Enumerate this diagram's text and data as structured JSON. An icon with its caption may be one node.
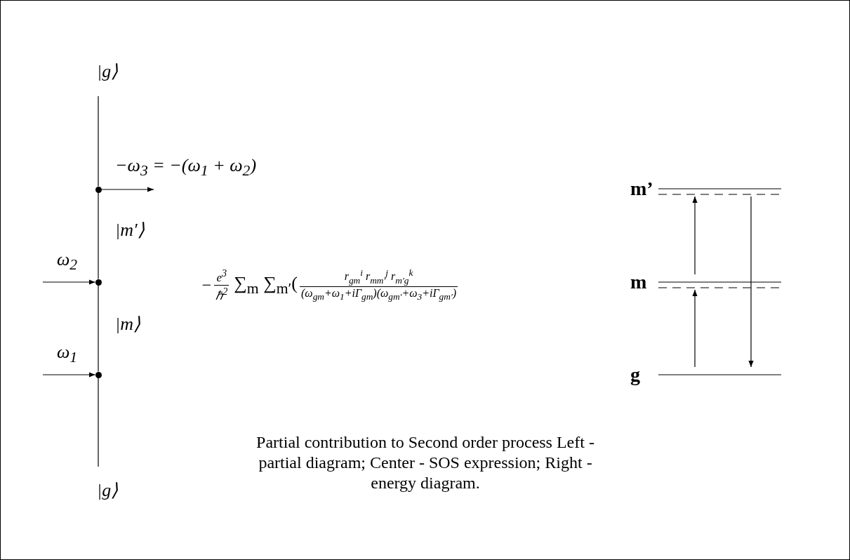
{
  "diagram": {
    "caption": "Partial contribution to Second order process Left - partial diagram; Center - SOS expression; Right - energy diagram.",
    "nodes": [
      {
        "text": [],
        "shape": "circle"
      },
      {
        "text": [],
        "shape": "circle"
      },
      {
        "text": [],
        "shape": "circle"
      },
      {
        "text": [
          "m’"
        ]
      },
      {
        "text": [
          "m"
        ]
      },
      {
        "text": [
          "g"
        ]
      }
    ],
    "edges": [
      {
        "from": null,
        "to": 2,
        "arrow": "to",
        "label": "ω$_{1}$"
      },
      {
        "from": null,
        "to": 1,
        "arrow": "to",
        "label": "ω$_{2}$"
      },
      {
        "from": 0,
        "to": null,
        "arrow": "to",
        "label": "−ω$_{3}$ = −(ω$_{1}$ + ω$_{2}$)"
      },
      {
        "from": 2,
        "to": 1,
        "arrow": "none",
        "label": "|m⟩"
      },
      {
        "from": 1,
        "to": 0,
        "arrow": "none",
        "label": "|m′⟩"
      },
      {
        "from": null,
        "to": 2,
        "arrow": "none",
        "label": "|g⟩"
      },
      {
        "from": 0,
        "to": null,
        "arrow": "none",
        "label": "|g⟩"
      },
      {
        "from": 5,
        "to": 4,
        "arrow": "to"
      },
      {
        "from": 4,
        "to": 3,
        "arrow": "to"
      },
      {
        "from": 3,
        "to": 5,
        "arrow": "to"
      }
    ],
    "labels": [
      "−",
      "e$^{3}$",
      "ℏ$^{2}$",
      "∑$_{m}$ ∑$_{m′}$(",
      "r$_{gm}$$^{i}$ r$_{mm′}$$^{j}$ r$_{m′g}$$^{k}$",
      "(ω$_{gm}$+ω$_{1}$+iΓ$_{gm}$)(ω$_{gm′}$+ω$_{3}$+iΓ$_{gm′}$)"
    ]
  }
}
